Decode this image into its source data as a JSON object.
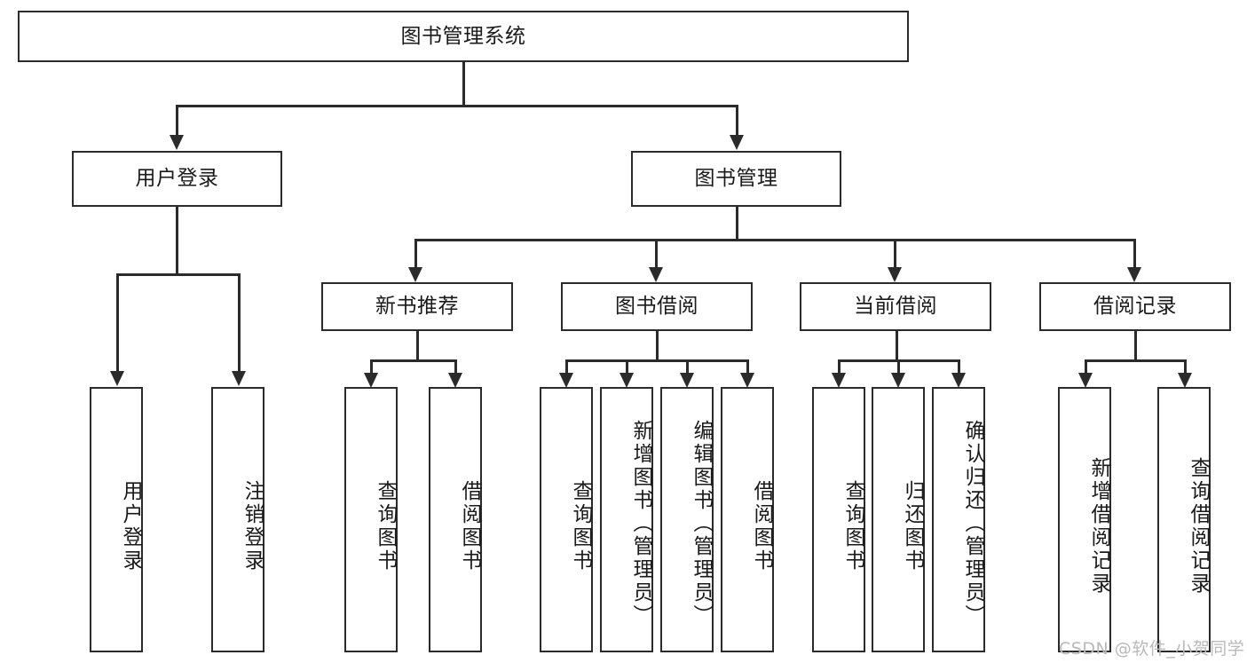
{
  "diagram": {
    "title": "图书管理系统",
    "type": "hierarchy-tree",
    "levels": 4
  },
  "root": {
    "label": "图书管理系统"
  },
  "level2": [
    {
      "label": "用户登录"
    },
    {
      "label": "图书管理"
    }
  ],
  "level3": [
    {
      "label": "新书推荐"
    },
    {
      "label": "图书借阅"
    },
    {
      "label": "当前借阅"
    },
    {
      "label": "借阅记录"
    }
  ],
  "leaves": {
    "user_login": [
      {
        "label": "用户登录"
      },
      {
        "label": "注销登录"
      }
    ],
    "new_book_recommend": [
      {
        "label": "查询图书"
      },
      {
        "label": "借阅图书"
      }
    ],
    "book_borrow": [
      {
        "label": "查询图书"
      },
      {
        "label": "新增图书（管理员）"
      },
      {
        "label": "编辑图书（管理员）"
      },
      {
        "label": "借阅图书"
      }
    ],
    "current_borrow": [
      {
        "label": "查询图书"
      },
      {
        "label": "归还图书"
      },
      {
        "label": "确认归还（管理员）"
      }
    ],
    "borrow_record": [
      {
        "label": "新增借阅记录"
      },
      {
        "label": "查询借阅记录"
      }
    ]
  },
  "watermark": {
    "text": "CSDN @软件_小贺同学"
  },
  "colors": {
    "stroke": "#2b2b2b",
    "background": "#ffffff",
    "text": "#1a1a1a",
    "watermark": "#b9b9b9"
  }
}
